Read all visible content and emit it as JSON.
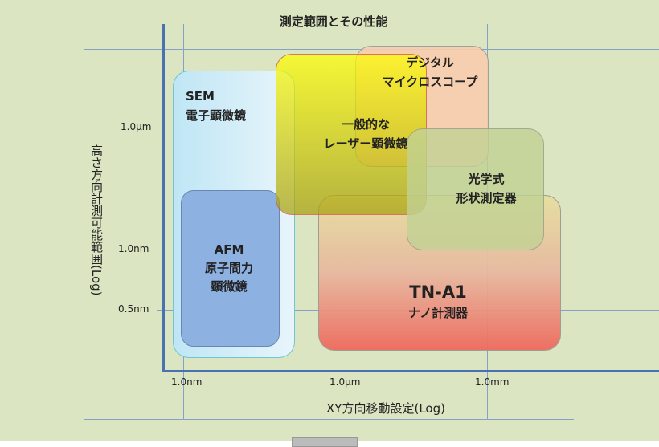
{
  "title": "測定範囲とその性能",
  "y_axis_label": "高さ方向計測可能範囲(Log)",
  "x_axis_label": "XY方向移動設定(Log)",
  "y_ticks": [
    "1.0µm",
    "1.0nm",
    "0.5nm"
  ],
  "x_ticks": [
    "1.0nm",
    "1.0µm",
    "1.0mm"
  ],
  "regions": {
    "sem": {
      "line1": "SEM",
      "line2": "電子顕微鏡"
    },
    "afm": {
      "line1": "AFM",
      "line2": "原子間力",
      "line3": "顕微鏡"
    },
    "laser": {
      "line1": "一般的な",
      "line2": "レーザー顕微鏡"
    },
    "digital": {
      "line1": "デジタル",
      "line2": "マイクロスコープ"
    },
    "optical": {
      "line1": "光学式",
      "line2": "形状測定器"
    },
    "tna1": {
      "line1": "TN-A1",
      "line2": "ナノ計測器"
    }
  }
}
